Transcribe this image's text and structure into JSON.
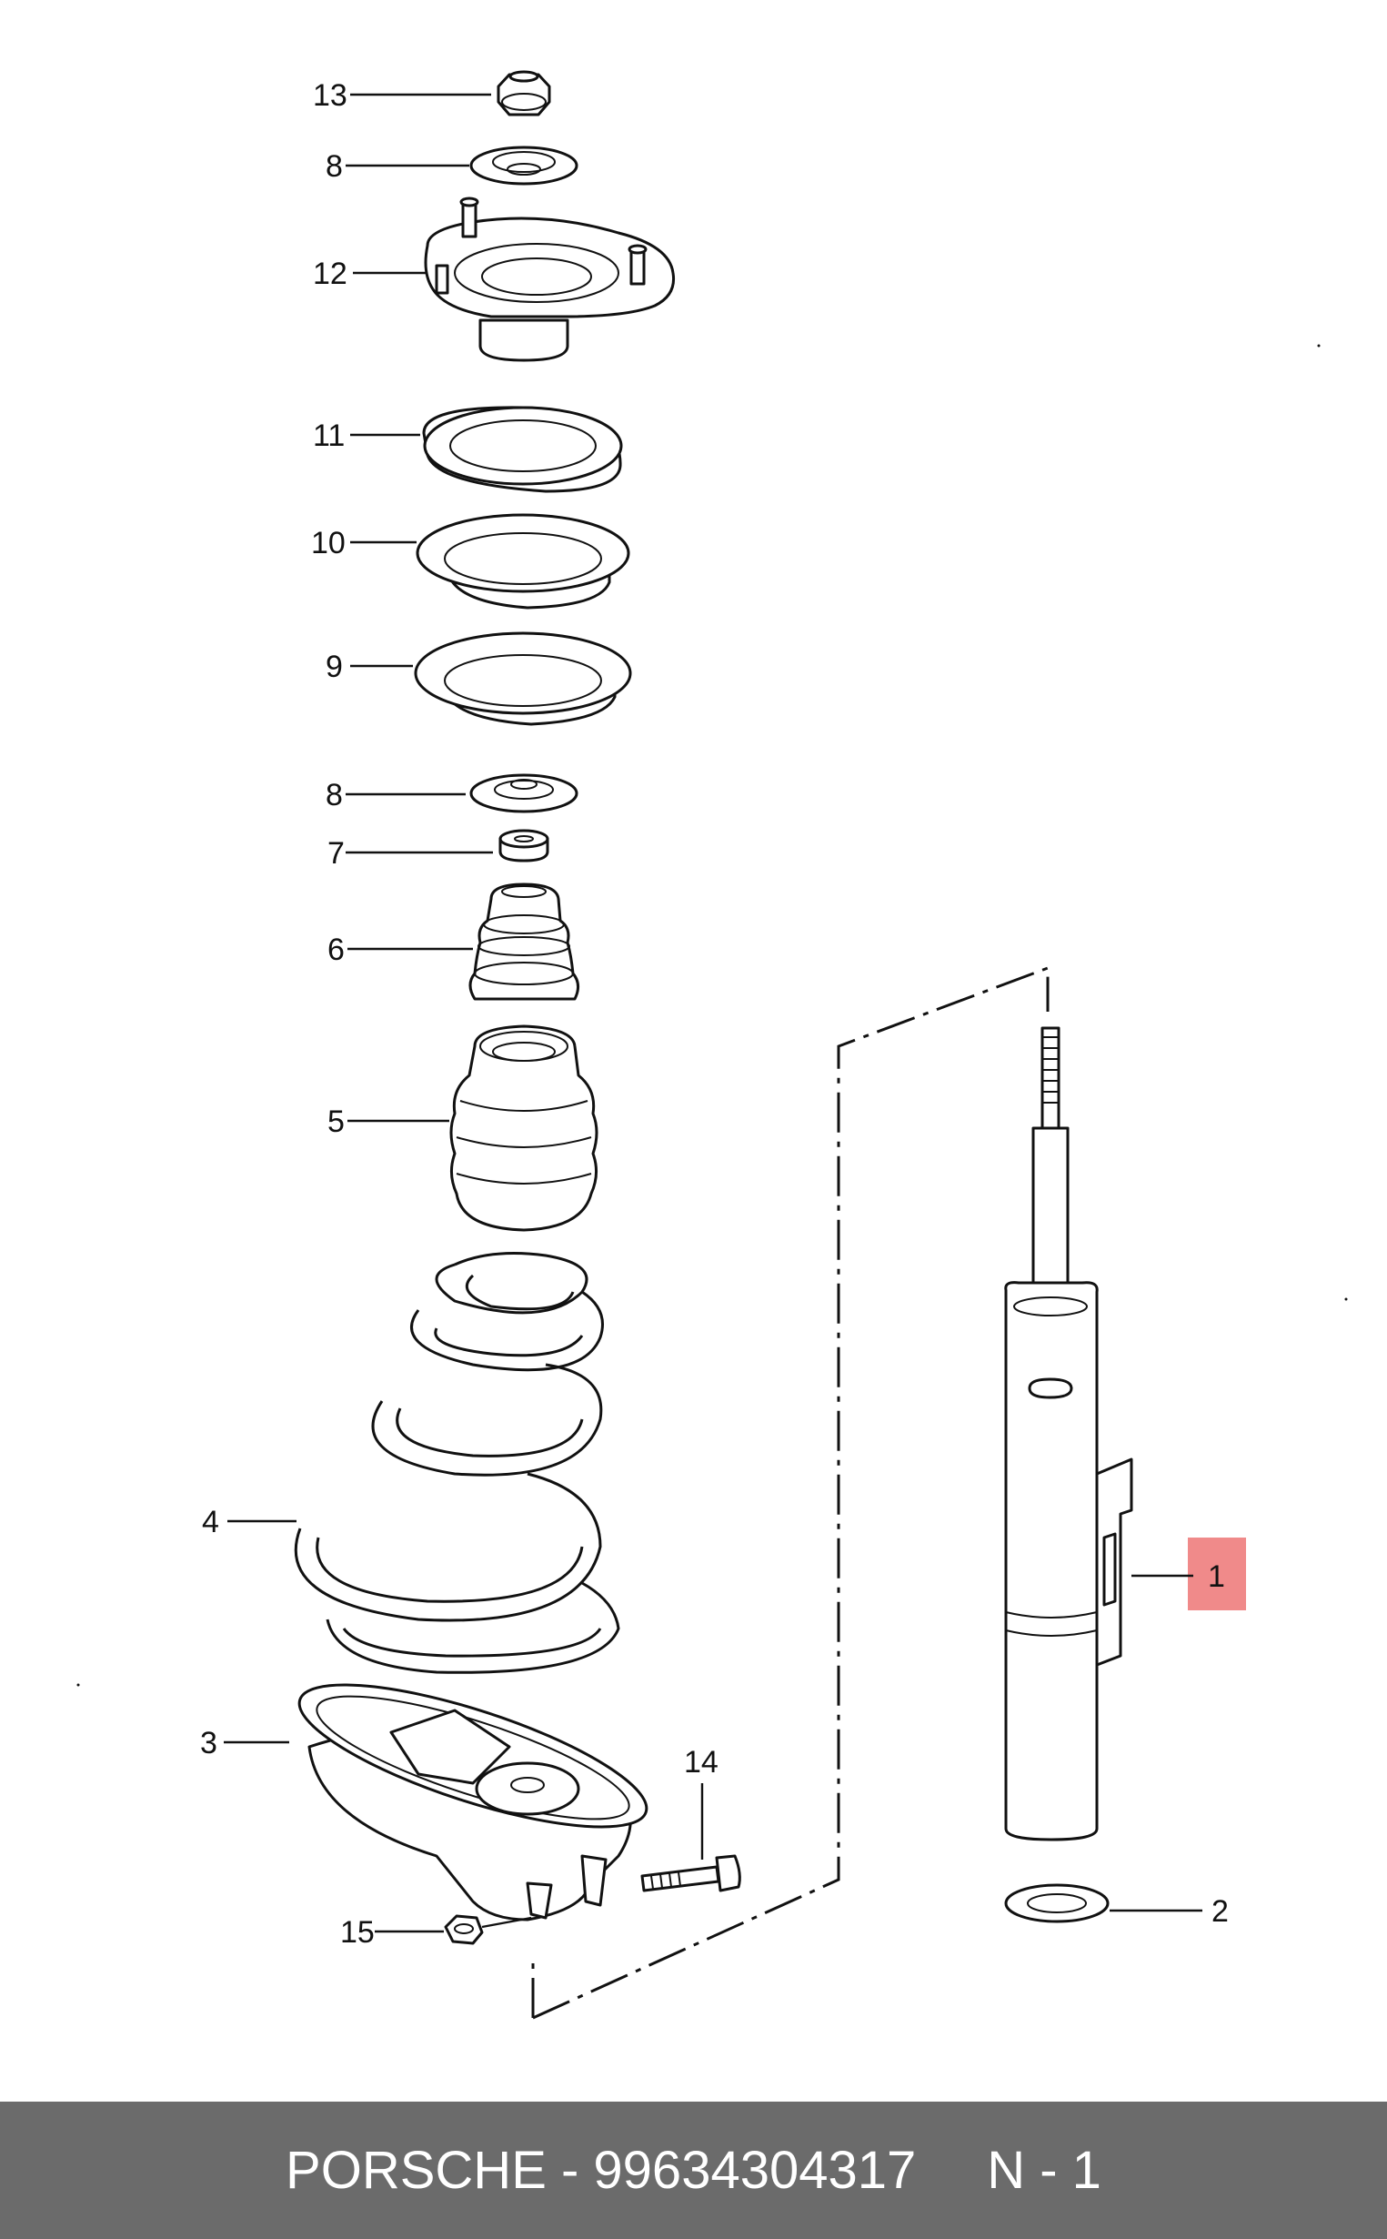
{
  "callouts": {
    "p13": "13",
    "p8a": "8",
    "p12": "12",
    "p11": "11",
    "p10": "10",
    "p9": "9",
    "p8b": "8",
    "p7": "7",
    "p6": "6",
    "p5": "5",
    "p4": "4",
    "p3": "3",
    "p14": "14",
    "p15": "15",
    "p1": "1",
    "p2": "2"
  },
  "highlight_color": "#f08a8a",
  "footer": {
    "part_label": "PORSCHE - 99634304317",
    "quantity_label": "N - 1"
  }
}
